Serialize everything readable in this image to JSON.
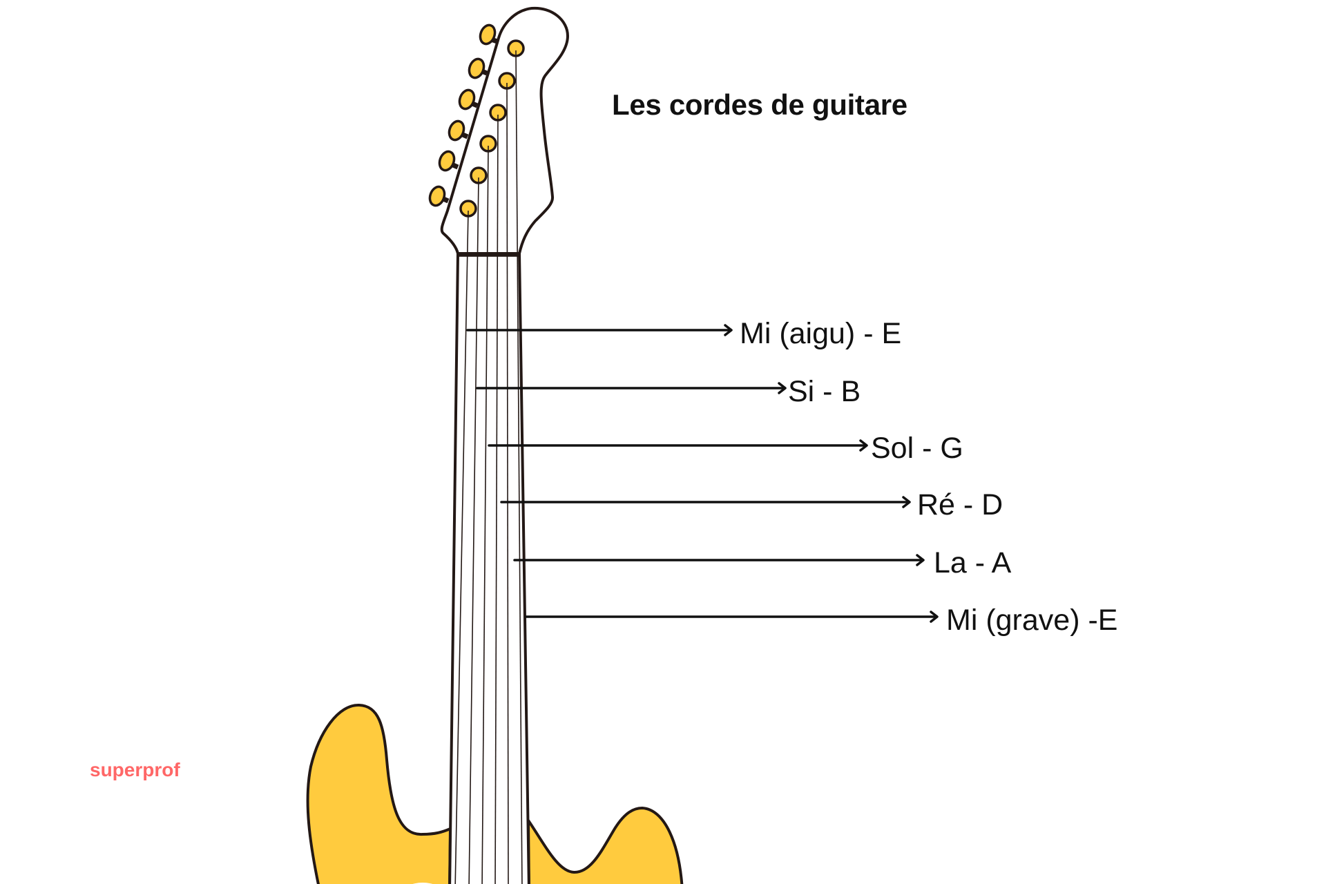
{
  "title": "Les cordes de guitare",
  "brand": "superprof",
  "colors": {
    "body_fill": "#FFCB3E",
    "outline": "#231815",
    "text": "#111111",
    "brand": "#FF6767",
    "background": "#FFFFFF"
  },
  "strings": [
    {
      "label": "Mi (aigu) - E",
      "note": "E",
      "name": "Mi (aigu)"
    },
    {
      "label": "Si - B",
      "note": "B",
      "name": "Si"
    },
    {
      "label": "Sol - G",
      "note": "G",
      "name": "Sol"
    },
    {
      "label": "Ré - D",
      "note": "D",
      "name": "Ré"
    },
    {
      "label": "La - A",
      "note": "A",
      "name": "La"
    },
    {
      "label": "Mi (grave) -E",
      "note": "E",
      "name": "Mi (grave)"
    }
  ]
}
